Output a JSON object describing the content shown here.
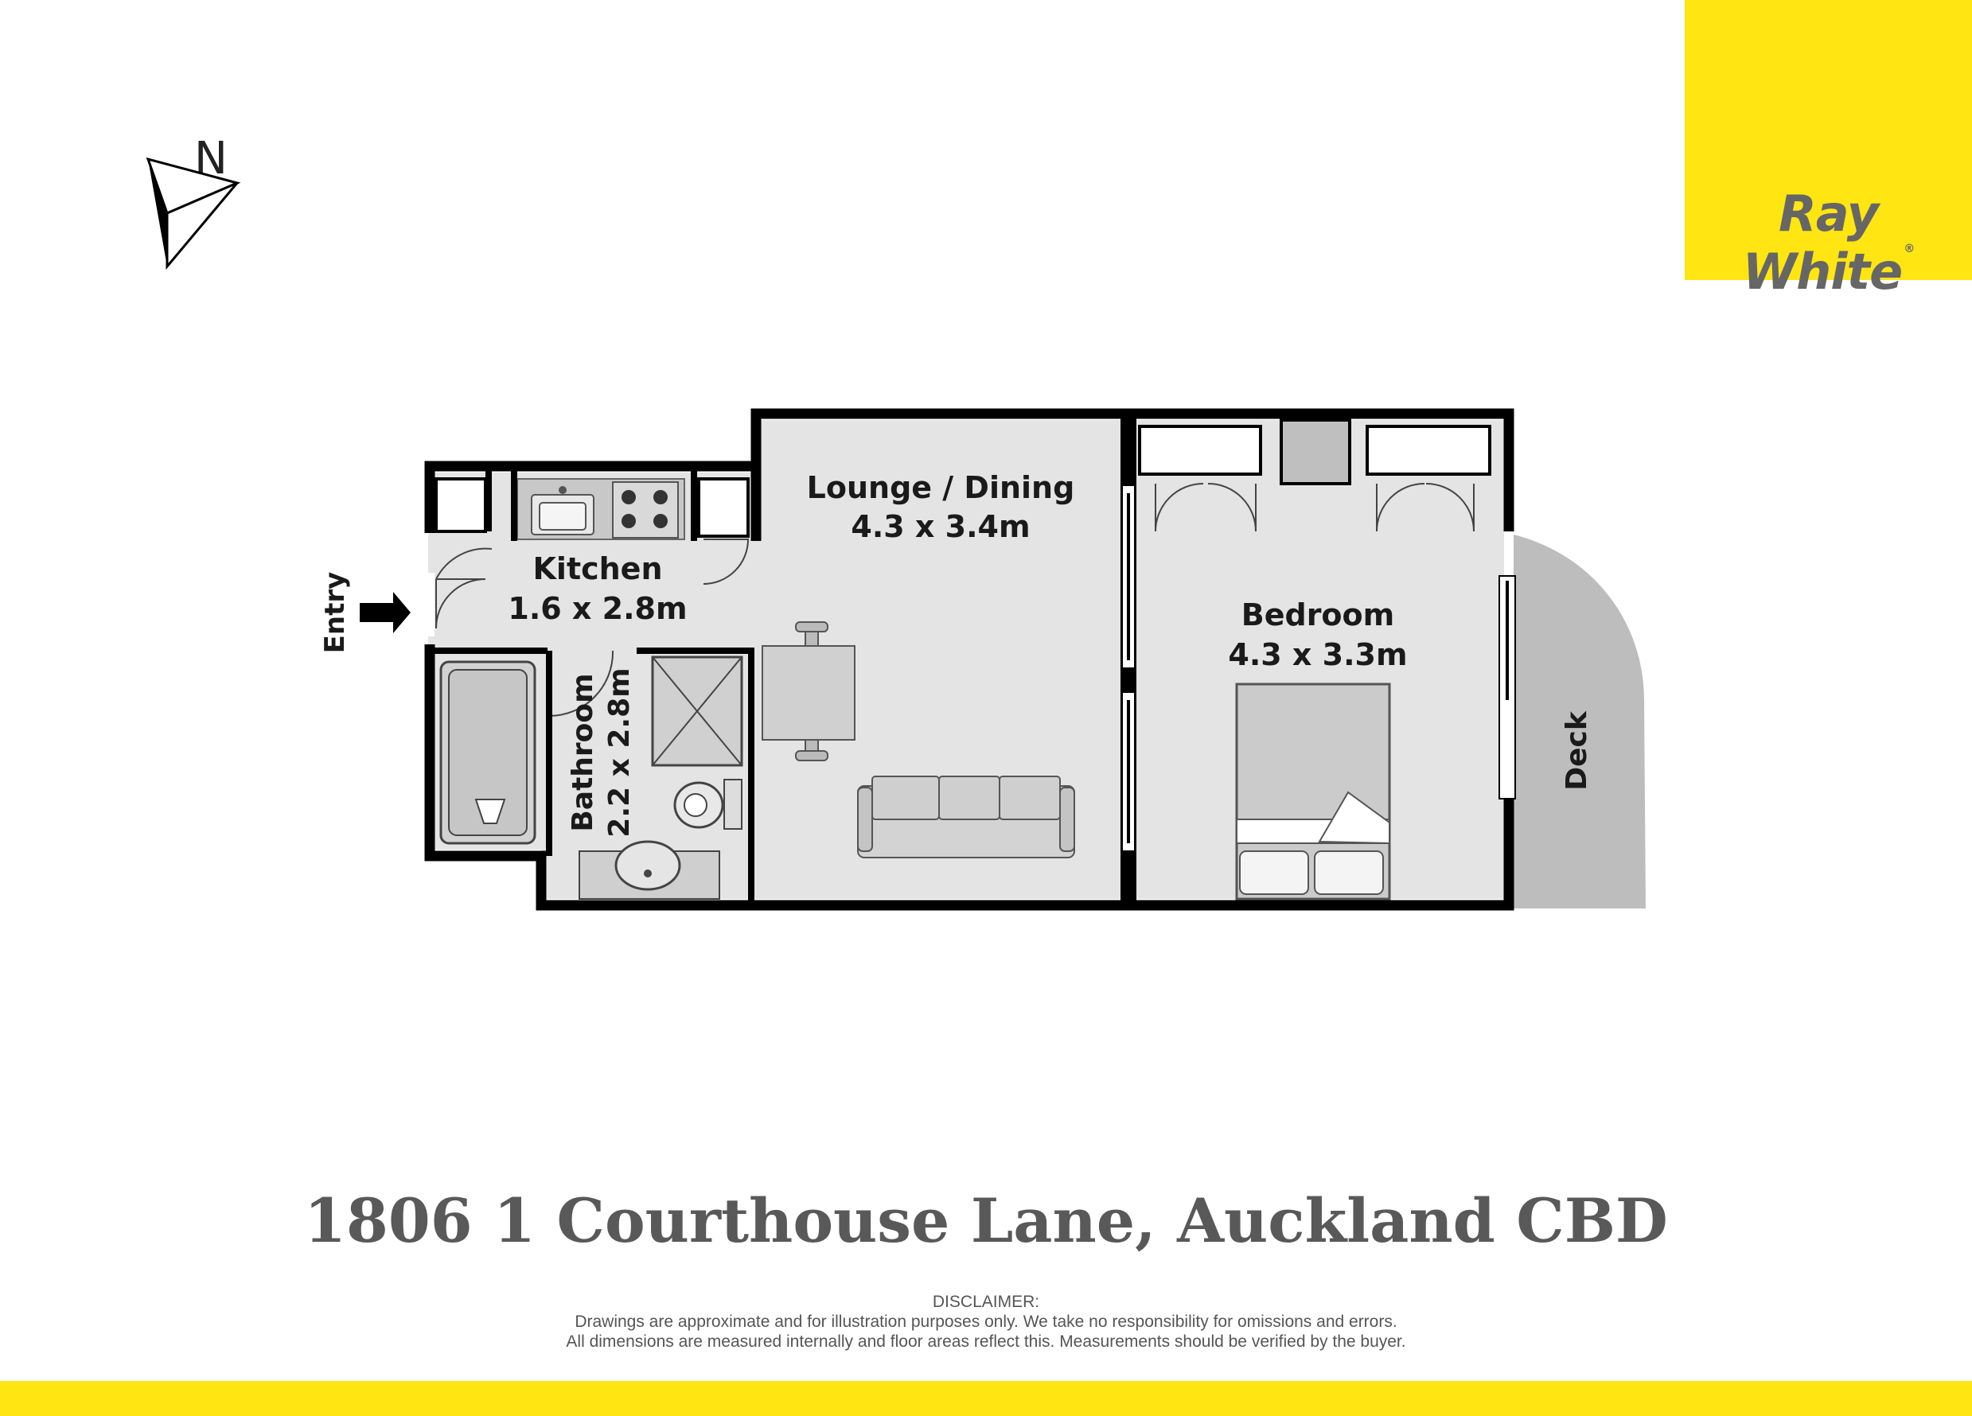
{
  "brand": {
    "name": "Ray White",
    "accent_color": "#ffe512",
    "text_color": "#666666"
  },
  "compass": {
    "label": "N",
    "icon": "north-arrow-icon"
  },
  "rooms": {
    "lounge": {
      "name": "Lounge / Dining",
      "dims": "4.3 x 3.4m"
    },
    "kitchen": {
      "name": "Kitchen",
      "dims": "1.6 x 2.8m"
    },
    "bathroom": {
      "name": "Bathroom",
      "dims": "2.2 x 2.8m"
    },
    "bedroom": {
      "name": "Bedroom",
      "dims": "4.3 x 3.3m"
    },
    "deck": {
      "name": "Deck"
    }
  },
  "entry": {
    "label": "Entry",
    "icon": "entry-arrow-icon"
  },
  "address": "1806 1 Courthouse Lane, Auckland CBD",
  "disclaimer": {
    "title": "DISCLAIMER:",
    "line1": "Drawings are approximate and for illustration purposes only. We take no responsibility for omissions and errors.",
    "line2": "All dimensions are measured internally and floor areas reflect this. Measurements should be verified by the buyer."
  }
}
